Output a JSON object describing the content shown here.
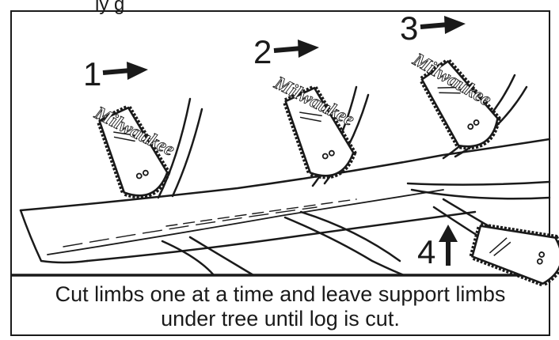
{
  "top_text": "ly        g",
  "steps": [
    {
      "label": "1"
    },
    {
      "label": "2"
    },
    {
      "label": "3"
    },
    {
      "label": "4"
    }
  ],
  "brand": "Milwaukee",
  "caption": {
    "line1": "Cut limbs one at a time and leave support limbs",
    "line2": "under tree until log is cut."
  },
  "colors": {
    "ink": "#1a1a1a",
    "paper": "#ffffff"
  },
  "icons": [
    "arrow-right-icon",
    "arrow-up-icon",
    "chainsaw-bar-icon"
  ]
}
